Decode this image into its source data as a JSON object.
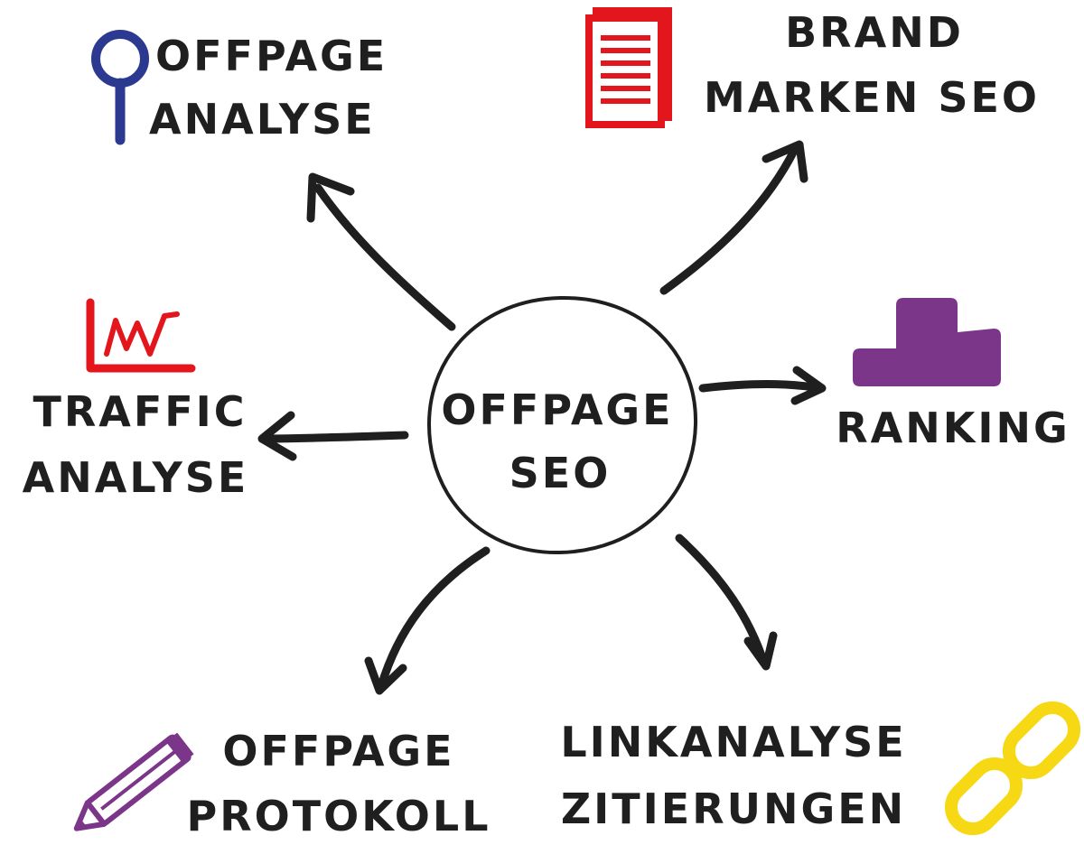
{
  "center": {
    "line1": "OFFPAGE",
    "line2": "SEO"
  },
  "nodes": {
    "offpage_analyse": {
      "line1": "OFFPAGE",
      "line2": "ANALYSE",
      "icon": "magnifier-icon",
      "color": "#2b3990"
    },
    "brand_seo": {
      "line1": "BRAND",
      "line2": "MARKEN SEO",
      "icon": "notepad-icon",
      "color": "#e3161d"
    },
    "traffic_analyse": {
      "line1": "TRAFFIC",
      "line2": "ANALYSE",
      "icon": "line-chart-icon",
      "color": "#e3161d"
    },
    "ranking": {
      "line1": "RANKING",
      "icon": "podium-icon",
      "color": "#7b3589"
    },
    "offpage_protokoll": {
      "line1": "OFFPAGE",
      "line2": "PROTOKOLL",
      "icon": "pencil-icon",
      "color": "#7b3589"
    },
    "linkanalyse": {
      "line1": "LINKANALYSE",
      "line2": "ZITIERUNGEN",
      "icon": "chain-link-icon",
      "color": "#f6d914"
    }
  },
  "colors": {
    "ink": "#1f1f1f",
    "blue": "#2b3990",
    "red": "#e3161d",
    "purple": "#7b3589",
    "yellow": "#f6d914"
  }
}
